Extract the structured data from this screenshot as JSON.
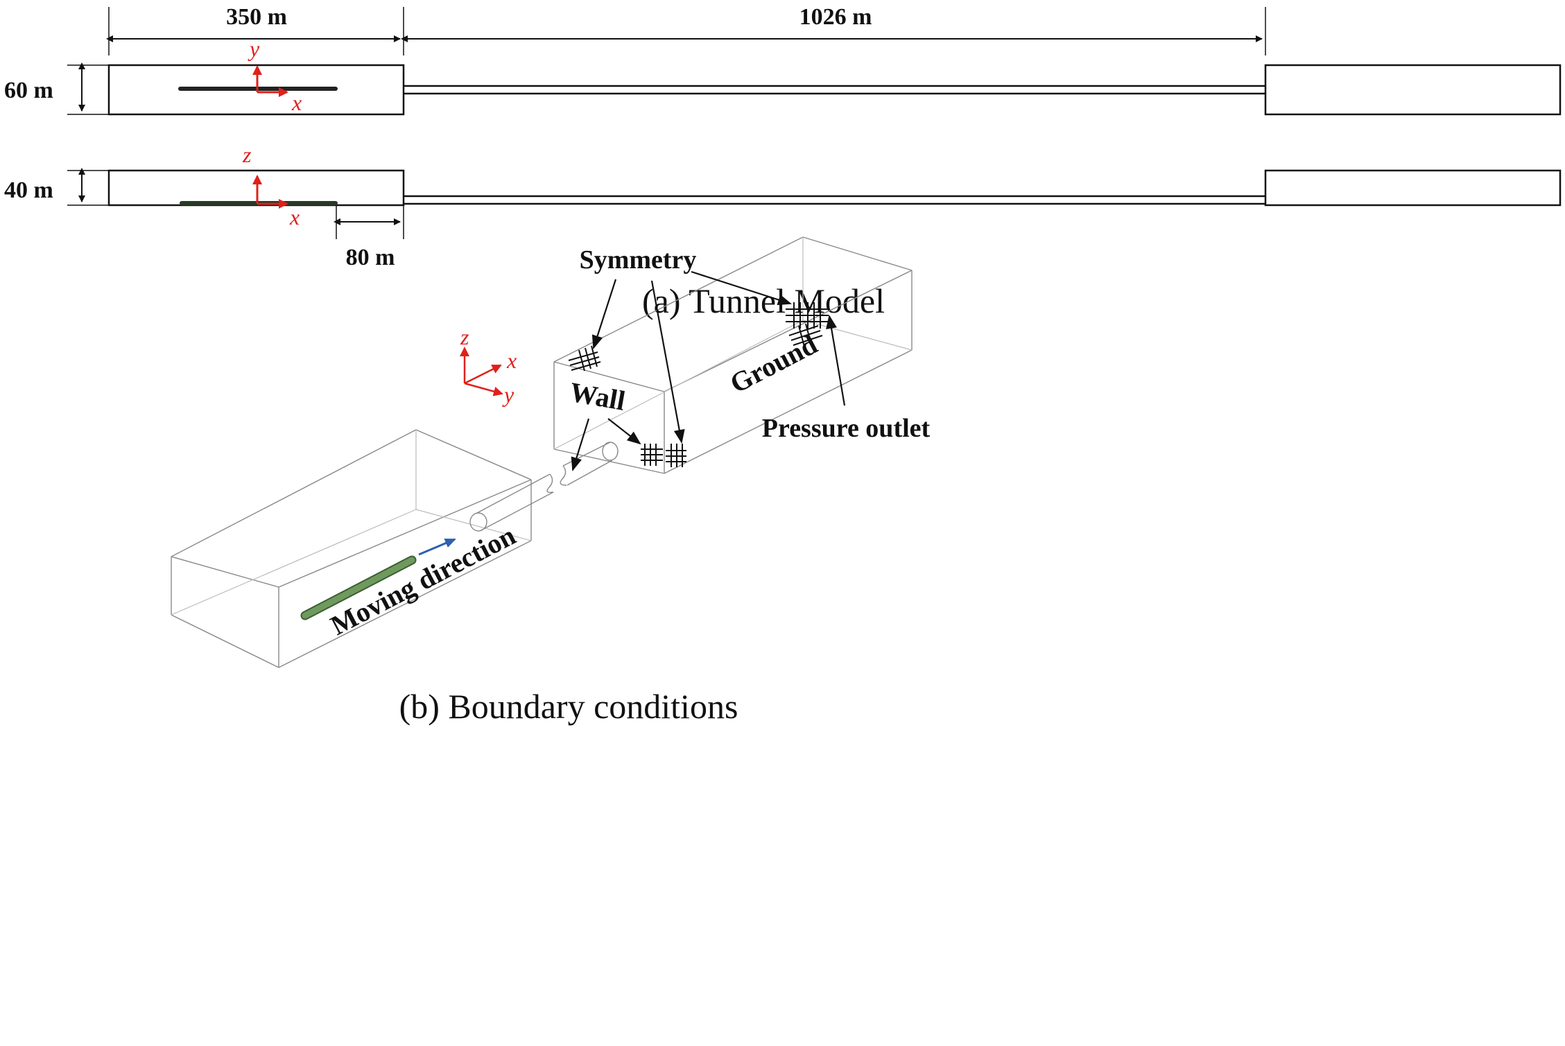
{
  "part_a": {
    "dim_left_length": "350 m",
    "dim_tunnel_length": "1026 m",
    "dim_width": "60 m",
    "dim_height": "40 m",
    "dim_offset": "80 m",
    "axis_top": {
      "vertical": "y",
      "horizontal": "x"
    },
    "axis_side": {
      "vertical": "z",
      "horizontal": "x"
    },
    "caption": "(a) Tunnel Model"
  },
  "part_b": {
    "labels": {
      "symmetry": "Symmetry",
      "ground": "Ground",
      "wall": "Wall",
      "pressure_outlet": "Pressure outlet",
      "moving_direction": "Moving direction"
    },
    "axes": {
      "z": "z",
      "x": "x",
      "y": "y"
    },
    "caption": "(b) Boundary conditions"
  },
  "colors": {
    "axis_red": "#e0201b",
    "train_green": "#6f9a5e",
    "arrow_blue": "#2f5fb0",
    "line": "#111111"
  }
}
